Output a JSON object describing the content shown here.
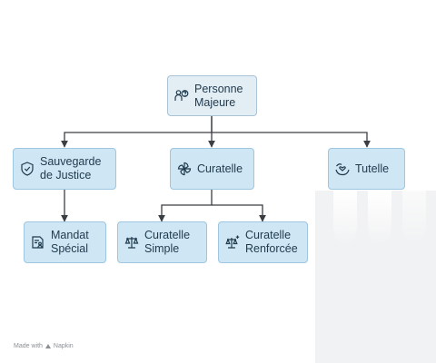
{
  "diagram": {
    "nodes": {
      "root": {
        "label": "Personne\nMajeure",
        "icon": "person-question-icon"
      },
      "sauvegarde": {
        "label": "Sauvegarde\nde Justice",
        "icon": "shield-check-icon"
      },
      "curatelle": {
        "label": "Curatelle",
        "icon": "pinwheel-icon"
      },
      "tutelle": {
        "label": "Tutelle",
        "icon": "hands-heart-icon"
      },
      "mandat": {
        "label": "Mandat\nSpécial",
        "icon": "document-user-icon"
      },
      "curatelle_simple": {
        "label": "Curatelle\nSimple",
        "icon": "scales-icon"
      },
      "curatelle_renforcee": {
        "label": "Curatelle\nRenforcée",
        "icon": "scales-plus-icon"
      }
    },
    "edges": [
      [
        "root",
        "sauvegarde"
      ],
      [
        "root",
        "curatelle"
      ],
      [
        "root",
        "tutelle"
      ],
      [
        "sauvegarde",
        "mandat"
      ],
      [
        "curatelle",
        "curatelle_simple"
      ],
      [
        "curatelle",
        "curatelle_renforcee"
      ]
    ]
  },
  "watermark": {
    "text": "Made with",
    "brand": "Napkin"
  },
  "colors": {
    "node_fill": "#cfe6f4",
    "node_border": "#9ec6e0",
    "root_fill": "#e3edf4",
    "line": "#3a3f44"
  }
}
